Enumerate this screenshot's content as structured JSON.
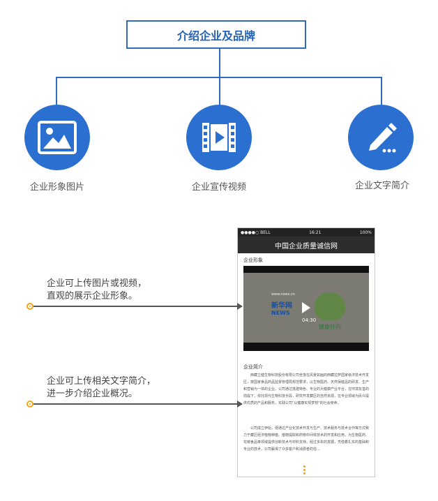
{
  "diagram": {
    "title": "介绍企业及品牌",
    "nodes": [
      {
        "label": "企业形象图片",
        "icon": "image-icon"
      },
      {
        "label": "企业宣传视频",
        "icon": "video-icon"
      },
      {
        "label": "企业文字简介",
        "icon": "pencil-icon"
      }
    ],
    "colors": {
      "primary": "#2b6fd0",
      "accent": "#f3a417"
    }
  },
  "phone": {
    "status": {
      "carrier": "●●●●○ BELL",
      "time": "16:21",
      "battery": "100%"
    },
    "nav_title": "中国企业质量诚信网",
    "image_section": "企业形象",
    "video": {
      "brand_line1": "新华网",
      "brand_line2": "NEWS",
      "site": "www.news.cn",
      "duration": "04:30",
      "caption": "健康好药"
    },
    "intro_section": "企业简介",
    "paragraph1": "西藏立健生物科技股份有限公司坐落在风景如画的西藏拉萨国家级济技术开发区，按国家食品药品监督管理局规范要求，以生物医药、天然保健品的研发、生产和营销为一体的企业。公司通过搭建特色、专业的大健康产业平台，在环境友善的前提下，依托现代生物科技手段，研究开发藏区的自然资源，在专业领域为民众提供优质的产品和服务，实践公司\"以健康实现梦想\"的社会使命。",
    "paragraph2": "公司成立伊始，便通过产业化技术开发与生产、技术服务与技术合作等方式致力于藏区经济植物种植、植物提取和药物中间体技术的开发和应用，为生物医药、花椒食品等领域提供创新技术与材料支持。经过多年的发展，凭借着扎实的基础和专业的技术，公司赢得了众多客户和消费者的信..."
  },
  "notes": [
    {
      "line1": "企业可上传图片或视频，",
      "line2": "直观的展示企业形象。"
    },
    {
      "line1": "企业可上传相关文字简介，",
      "line2": "进一步介绍企业概况。"
    }
  ]
}
